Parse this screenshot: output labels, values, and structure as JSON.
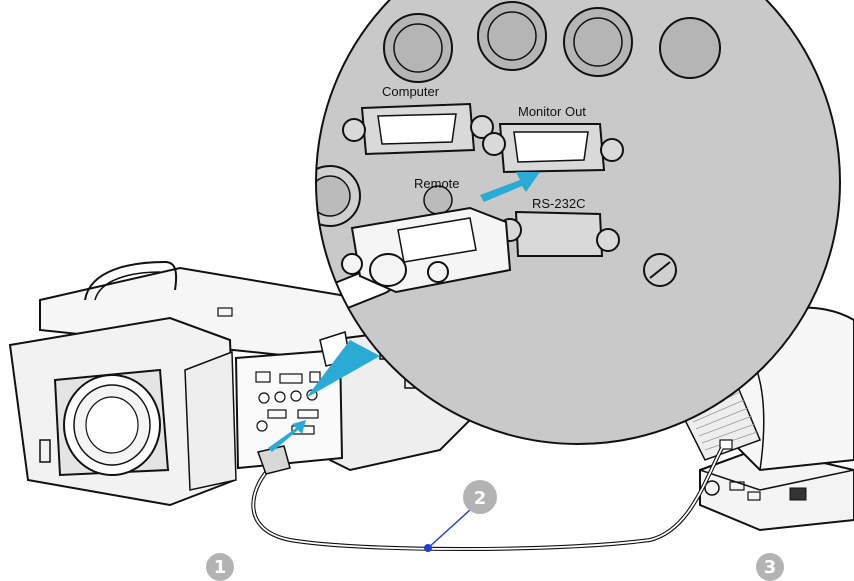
{
  "ports": {
    "computer": "Computer",
    "monitor_out": "Monitor Out",
    "remote": "Remote",
    "rs232c": "RS-232C"
  },
  "callouts": {
    "projector": "1",
    "cable": "2",
    "monitor": "3"
  },
  "colors": {
    "accent": "#29abd6",
    "panel": "#c9c9c9",
    "cable_point": "#1f3fd1",
    "callout": "#b3b3b3"
  }
}
